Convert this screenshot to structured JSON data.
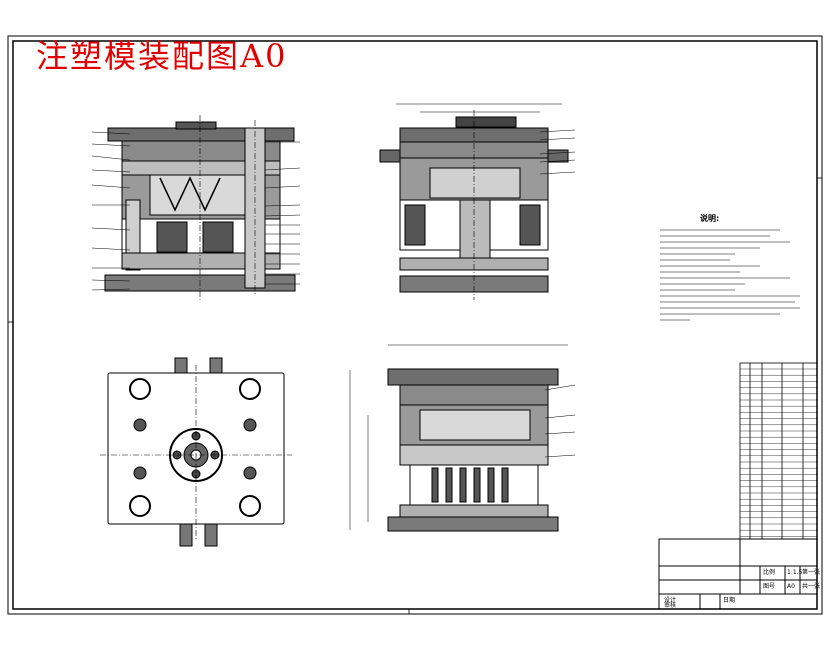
{
  "drawing": {
    "title": "注塑模装配图A0",
    "title_color": "#e00000",
    "line_color": "#000000"
  },
  "notes": {
    "heading": "说明:"
  },
  "title_block": {
    "scale_label": "比例",
    "scale_value": "1:1.5",
    "sheet_label": "共一张",
    "sheet_label2": "第一张",
    "size_label": "图号",
    "size_value": "A0",
    "designer_label": "设计",
    "checker_label": "审核",
    "date_label": "日期"
  }
}
